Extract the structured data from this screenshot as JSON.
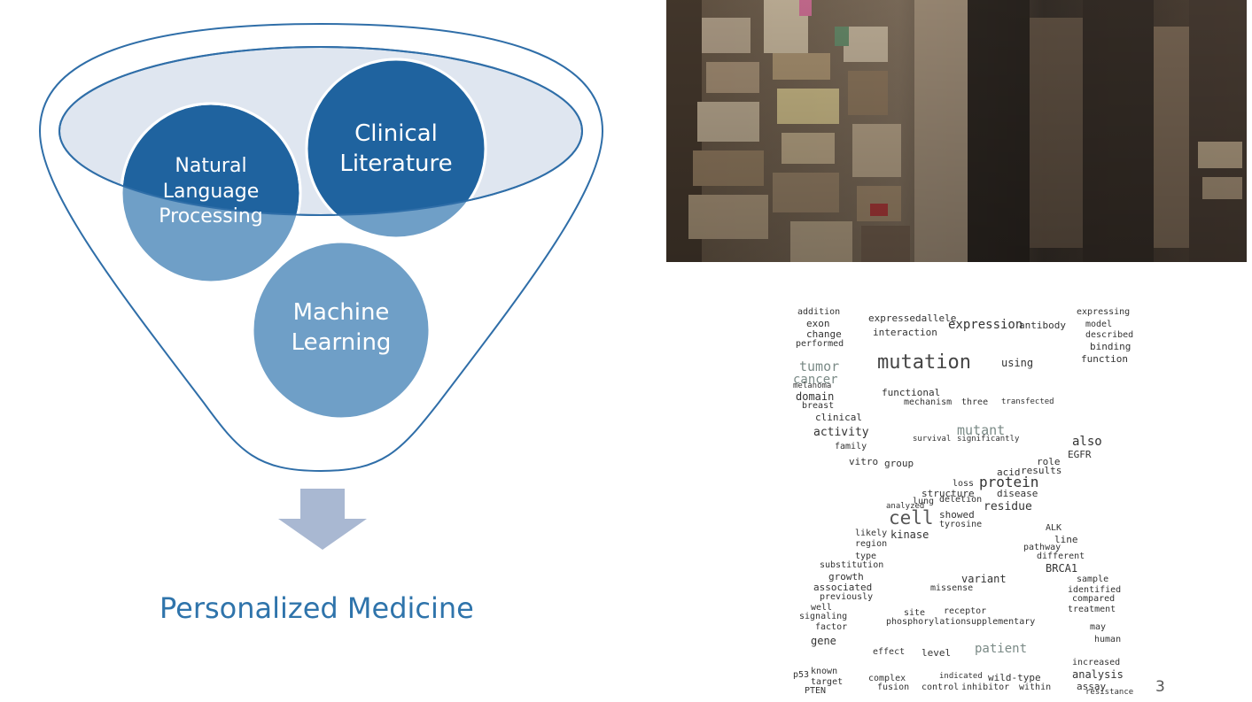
{
  "funnel": {
    "circles": {
      "nlp": "Natural Language Processing",
      "clinical": "Clinical Literature",
      "ml": "Machine Learning"
    },
    "nlp_lines": [
      "Natural",
      "Language",
      "Processing"
    ],
    "clinical_lines": [
      "Clinical",
      "Literature"
    ],
    "ml_lines": [
      "Machine",
      "Learning"
    ]
  },
  "caption": "Personalized Medicine",
  "wordcloud": {
    "words": [
      "addition",
      "expressedallele",
      "expression",
      "antibody",
      "expressing",
      "exon",
      "interaction",
      "model",
      "change",
      "described",
      "performed",
      "binding",
      "mutation",
      "using",
      "tumor",
      "function",
      "cancer",
      "domain",
      "melanoma",
      "functional",
      "mechanism",
      "three",
      "transfected",
      "breast",
      "clinical",
      "activity",
      "mutant",
      "survival",
      "significantly",
      "also",
      "family",
      "EGFR",
      "role",
      "vitro",
      "group",
      "acid",
      "results",
      "loss",
      "protein",
      "structure",
      "disease",
      "lung",
      "deletion",
      "residue",
      "cell",
      "showed",
      "tyrosine",
      "analyzed",
      "ALK",
      "likely",
      "kinase",
      "region",
      "line",
      "pathway",
      "type",
      "different",
      "BRCA1",
      "substitution",
      "growth",
      "variant",
      "missense",
      "associated",
      "sample",
      "identified",
      "compared",
      "previously",
      "well",
      "treatment",
      "signaling",
      "site",
      "receptor",
      "phosphorylation",
      "supplementary",
      "may",
      "factor",
      "gene",
      "effect",
      "level",
      "patient",
      "human",
      "increased",
      "p53",
      "known",
      "target",
      "complex",
      "indicated",
      "wild-type",
      "analysis",
      "fusion",
      "control",
      "inhibitor",
      "within",
      "assay",
      "PTEN",
      "resistance"
    ]
  },
  "page_number": "3",
  "colors": {
    "circle_dark": "#1f639f",
    "circle_light": "#6f9fc7",
    "funnel_stroke": "#2f6ea8",
    "ellipse_fill": "#dfe6f0",
    "arrow": "#a9b8d2",
    "caption": "#2f74ab"
  }
}
